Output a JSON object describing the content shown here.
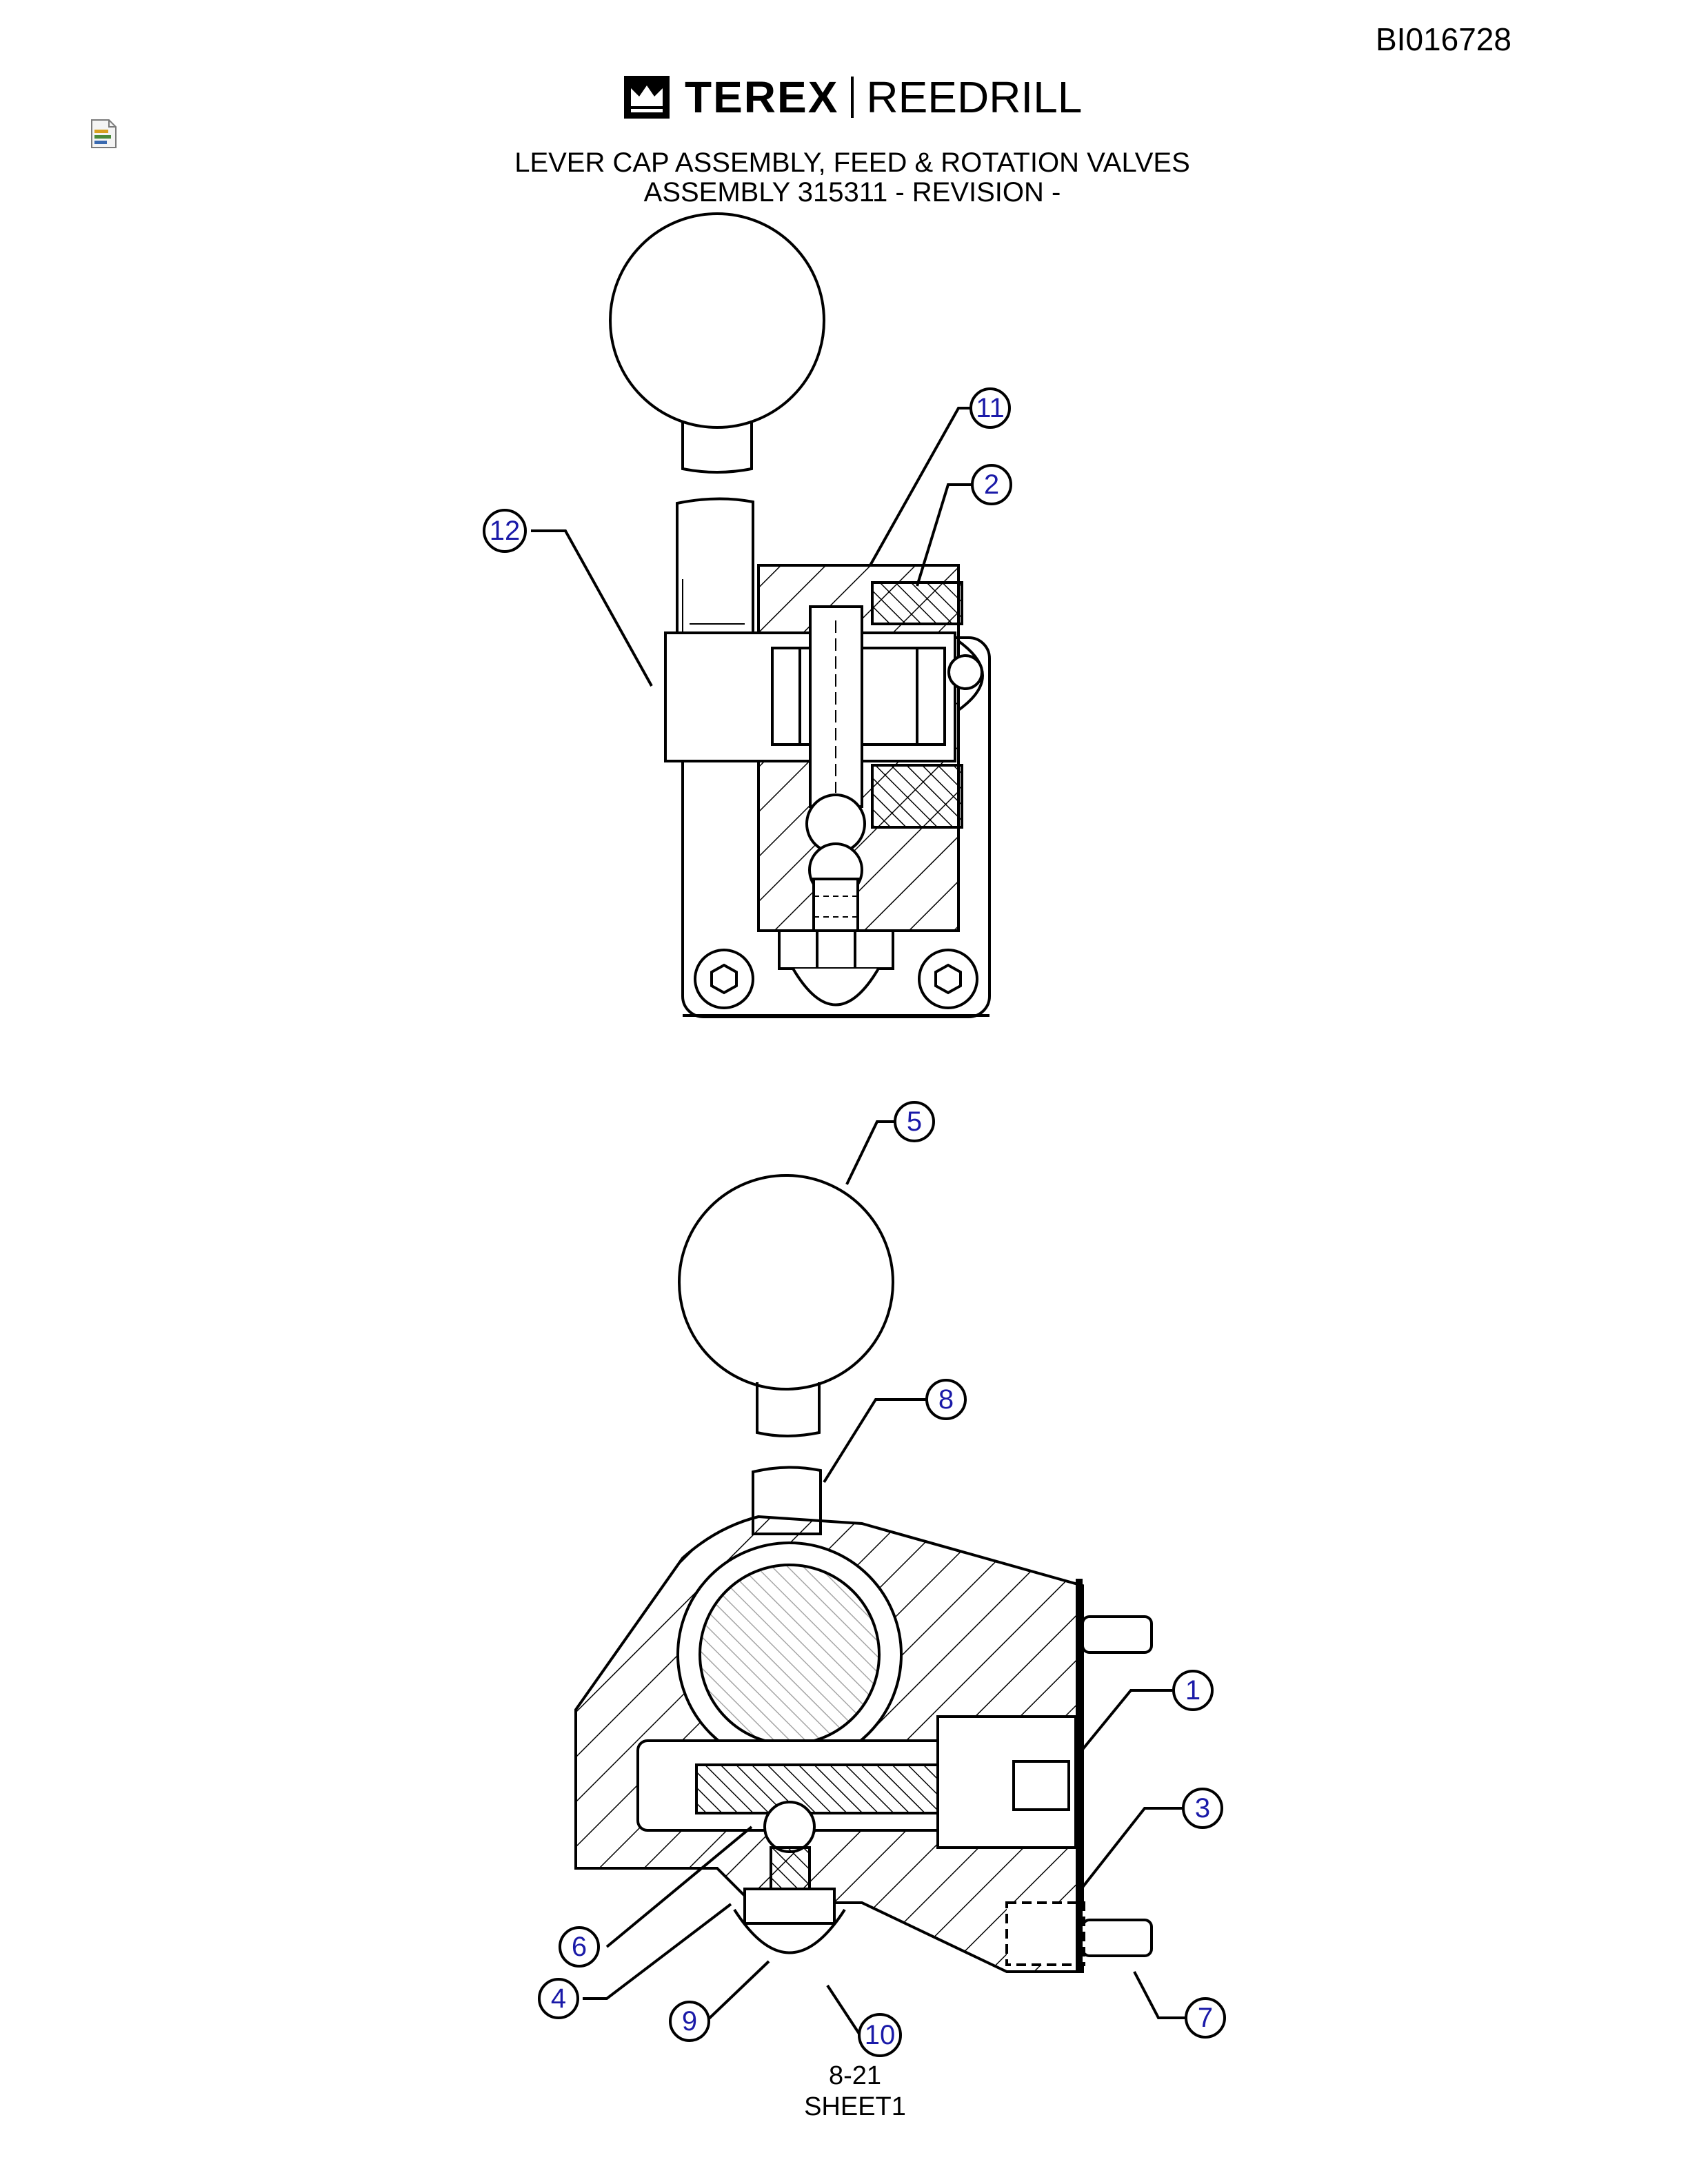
{
  "doc_id": "BI016728",
  "brand": {
    "name1": "TEREX",
    "name2": "REEDRILL"
  },
  "title": {
    "line1": "LEVER CAP ASSEMBLY, FEED & ROTATION VALVES",
    "line2": "ASSEMBLY 315311 - REVISION -"
  },
  "icons": {
    "file": "document-icon",
    "logo": "terex-logo-icon"
  },
  "callouts": [
    "11",
    "2",
    "12",
    "5",
    "8",
    "1",
    "3",
    "6",
    "4",
    "9",
    "10",
    "7"
  ],
  "footer": {
    "page": "8-21",
    "sheet": "SHEET1"
  }
}
